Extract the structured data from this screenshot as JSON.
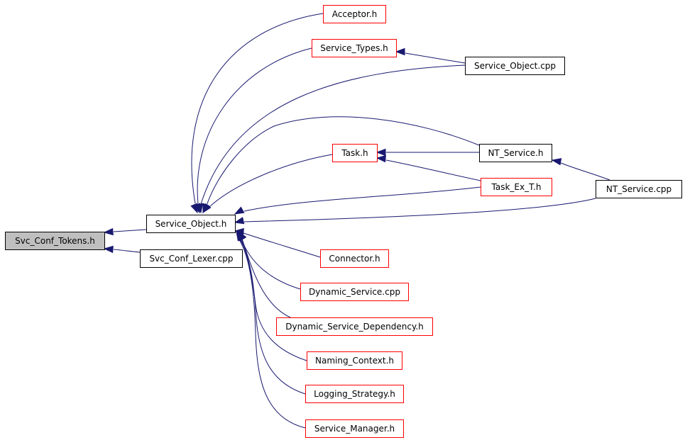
{
  "graph": {
    "colors": {
      "edge": "#191970",
      "focus_fill": "#bfbfbf",
      "focus_border": "#000000",
      "normal_border": "#000000",
      "truncated_border": "#ff0000",
      "node_fill": "#ffffff"
    },
    "nodes": [
      {
        "id": "svc_conf_tokens",
        "label": "Svc_Conf_Tokens.h",
        "style": "focus"
      },
      {
        "id": "service_object_h",
        "label": "Service_Object.h",
        "style": "normal"
      },
      {
        "id": "svc_conf_lexer",
        "label": "Svc_Conf_Lexer.cpp",
        "style": "normal"
      },
      {
        "id": "acceptor",
        "label": "Acceptor.h",
        "style": "truncated"
      },
      {
        "id": "service_types",
        "label": "Service_Types.h",
        "style": "truncated"
      },
      {
        "id": "service_object_cpp",
        "label": "Service_Object.cpp",
        "style": "normal"
      },
      {
        "id": "task",
        "label": "Task.h",
        "style": "truncated"
      },
      {
        "id": "nt_service_h",
        "label": "NT_Service.h",
        "style": "normal"
      },
      {
        "id": "task_ex_t",
        "label": "Task_Ex_T.h",
        "style": "truncated"
      },
      {
        "id": "nt_service_cpp",
        "label": "NT_Service.cpp",
        "style": "normal"
      },
      {
        "id": "connector",
        "label": "Connector.h",
        "style": "truncated"
      },
      {
        "id": "dynamic_service",
        "label": "Dynamic_Service.cpp",
        "style": "truncated"
      },
      {
        "id": "dynamic_service_dependency",
        "label": "Dynamic_Service_Dependency.h",
        "style": "truncated"
      },
      {
        "id": "naming_context",
        "label": "Naming_Context.h",
        "style": "truncated"
      },
      {
        "id": "logging_strategy",
        "label": "Logging_Strategy.h",
        "style": "truncated"
      },
      {
        "id": "service_manager",
        "label": "Service_Manager.h",
        "style": "truncated"
      }
    ],
    "edges": [
      {
        "from": "service_object_h",
        "to": "svc_conf_tokens"
      },
      {
        "from": "svc_conf_lexer",
        "to": "svc_conf_tokens"
      },
      {
        "from": "acceptor",
        "to": "service_object_h"
      },
      {
        "from": "service_types",
        "to": "service_object_h"
      },
      {
        "from": "service_object_cpp",
        "to": "service_object_h"
      },
      {
        "from": "nt_service_h",
        "to": "service_object_h"
      },
      {
        "from": "task",
        "to": "service_object_h"
      },
      {
        "from": "task_ex_t",
        "to": "service_object_h"
      },
      {
        "from": "nt_service_cpp",
        "to": "service_object_h"
      },
      {
        "from": "connector",
        "to": "service_object_h"
      },
      {
        "from": "dynamic_service",
        "to": "service_object_h"
      },
      {
        "from": "dynamic_service_dependency",
        "to": "service_object_h"
      },
      {
        "from": "naming_context",
        "to": "service_object_h"
      },
      {
        "from": "logging_strategy",
        "to": "service_object_h"
      },
      {
        "from": "service_manager",
        "to": "service_object_h"
      },
      {
        "from": "service_object_cpp",
        "to": "service_types"
      },
      {
        "from": "nt_service_h",
        "to": "task"
      },
      {
        "from": "task_ex_t",
        "to": "task"
      },
      {
        "from": "nt_service_cpp",
        "to": "nt_service_h"
      }
    ]
  }
}
